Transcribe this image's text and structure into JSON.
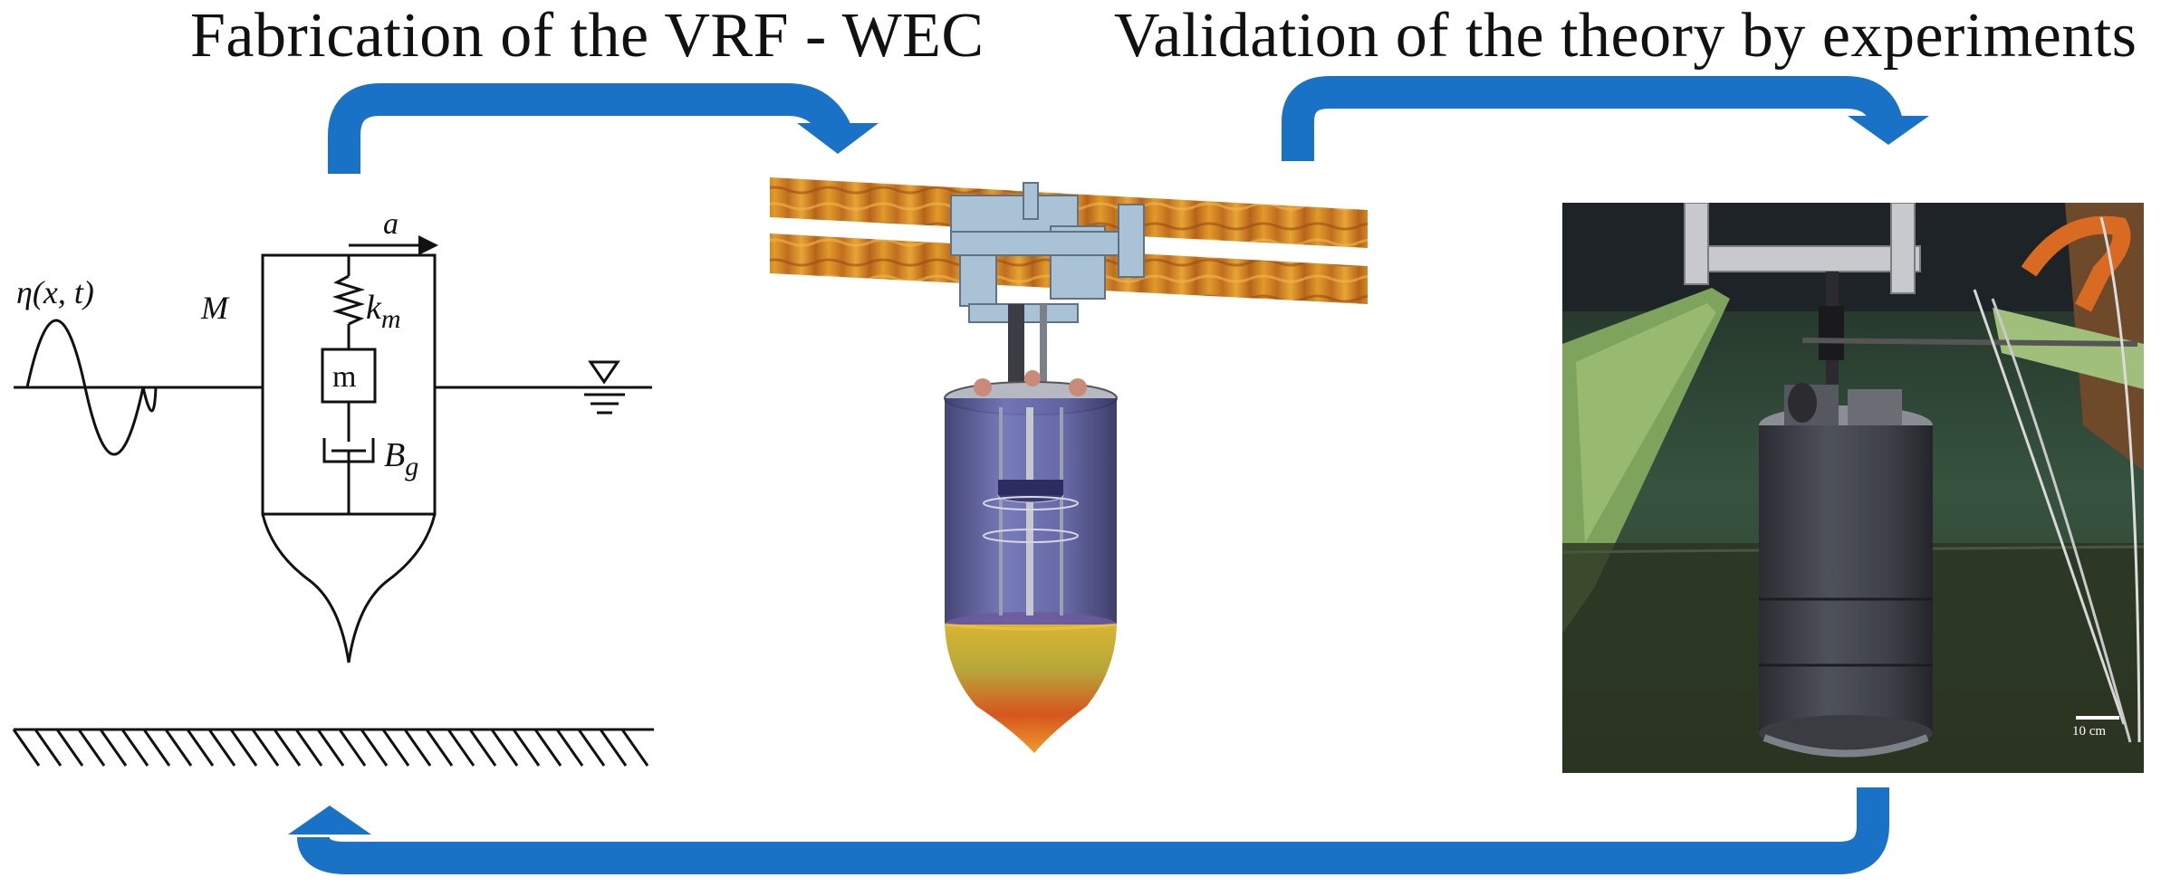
{
  "titles": {
    "fabrication": "Fabrication of the VRF - WEC",
    "validation": "Validation of the theory by experiments"
  },
  "schematic": {
    "wave_label": "η(x, t)",
    "mass_label": "M",
    "acceleration_label": "a",
    "spring_label": "k",
    "spring_subscript": "m",
    "inner_mass_label": "m",
    "damper_label": "B",
    "damper_subscript": "g"
  },
  "photo": {
    "scale_label": "10 cm"
  },
  "colors": {
    "arrow": "#1a72c6",
    "wood": "#c8741a",
    "frame": "#a9c2d6",
    "hull": "#4b4d8e",
    "tank_water": "#2f3a2a",
    "device": "#3a3d44"
  },
  "icons": {
    "free_surface": "water-level-triangle-icon",
    "seabed": "hatched-seabed-icon"
  }
}
